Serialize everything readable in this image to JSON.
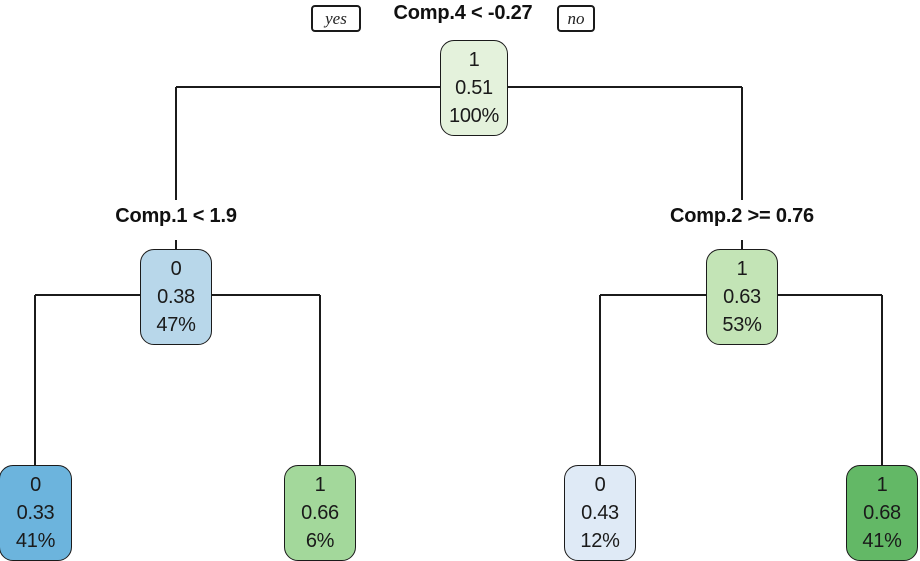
{
  "chart_data": {
    "type": "diagram",
    "diagram_type": "decision-tree",
    "title": "",
    "root_split": "Comp.4 < -0.27",
    "branch_labels": {
      "yes": "yes",
      "no": "no"
    },
    "node_fields": [
      "class",
      "probability",
      "percent"
    ],
    "nodes": [
      {
        "id": "root",
        "level": 0,
        "class": "1",
        "probability": "0.51",
        "percent": "100%",
        "fill": "#e4f2dc",
        "split": "Comp.4 < -0.27"
      },
      {
        "id": "left",
        "level": 1,
        "class": "0",
        "probability": "0.38",
        "percent": "47%",
        "fill": "#b8d7ea",
        "split": "Comp.1 < 1.9"
      },
      {
        "id": "right",
        "level": 1,
        "class": "1",
        "probability": "0.63",
        "percent": "53%",
        "fill": "#c3e4b6",
        "split": "Comp.2 >= 0.76"
      },
      {
        "id": "leaf-1",
        "level": 2,
        "class": "0",
        "probability": "0.33",
        "percent": "41%",
        "fill": "#6cb4dd",
        "split": ""
      },
      {
        "id": "leaf-2",
        "level": 2,
        "class": "1",
        "probability": "0.66",
        "percent": "6%",
        "fill": "#a3d89b",
        "split": ""
      },
      {
        "id": "leaf-3",
        "level": 2,
        "class": "0",
        "probability": "0.43",
        "percent": "12%",
        "fill": "#dfeaf6",
        "split": ""
      },
      {
        "id": "leaf-4",
        "level": 2,
        "class": "1",
        "probability": "0.68",
        "percent": "41%",
        "fill": "#63b866",
        "split": ""
      }
    ],
    "edges": [
      {
        "from": "root",
        "to": "left",
        "branch": "yes"
      },
      {
        "from": "root",
        "to": "right",
        "branch": "no"
      },
      {
        "from": "left",
        "to": "leaf-1",
        "branch": "yes"
      },
      {
        "from": "left",
        "to": "leaf-2",
        "branch": "no"
      },
      {
        "from": "right",
        "to": "leaf-3",
        "branch": "yes"
      },
      {
        "from": "right",
        "to": "leaf-4",
        "branch": "no"
      }
    ],
    "colors": {
      "class_0_scale": [
        "#dfeaf6",
        "#b8d7ea",
        "#6cb4dd"
      ],
      "class_1_scale": [
        "#e4f2dc",
        "#c3e4b6",
        "#a3d89b",
        "#63b866"
      ],
      "edge": "#1b1b1b",
      "border": "#1b1b1b",
      "text": "#1a1a1a",
      "background": "#ffffff"
    }
  },
  "root": {
    "split": "Comp.4 < -0.27",
    "class": "1",
    "probability": "0.51",
    "percent": "100%"
  },
  "branch": {
    "yes": "yes",
    "no": "no"
  },
  "left": {
    "split": "Comp.1 < 1.9",
    "class": "0",
    "probability": "0.38",
    "percent": "47%"
  },
  "right": {
    "split": "Comp.2 >= 0.76",
    "class": "1",
    "probability": "0.63",
    "percent": "53%"
  },
  "leaf1": {
    "class": "0",
    "probability": "0.33",
    "percent": "41%"
  },
  "leaf2": {
    "class": "1",
    "probability": "0.66",
    "percent": "6%"
  },
  "leaf3": {
    "class": "0",
    "probability": "0.43",
    "percent": "12%"
  },
  "leaf4": {
    "class": "1",
    "probability": "0.68",
    "percent": "41%"
  }
}
